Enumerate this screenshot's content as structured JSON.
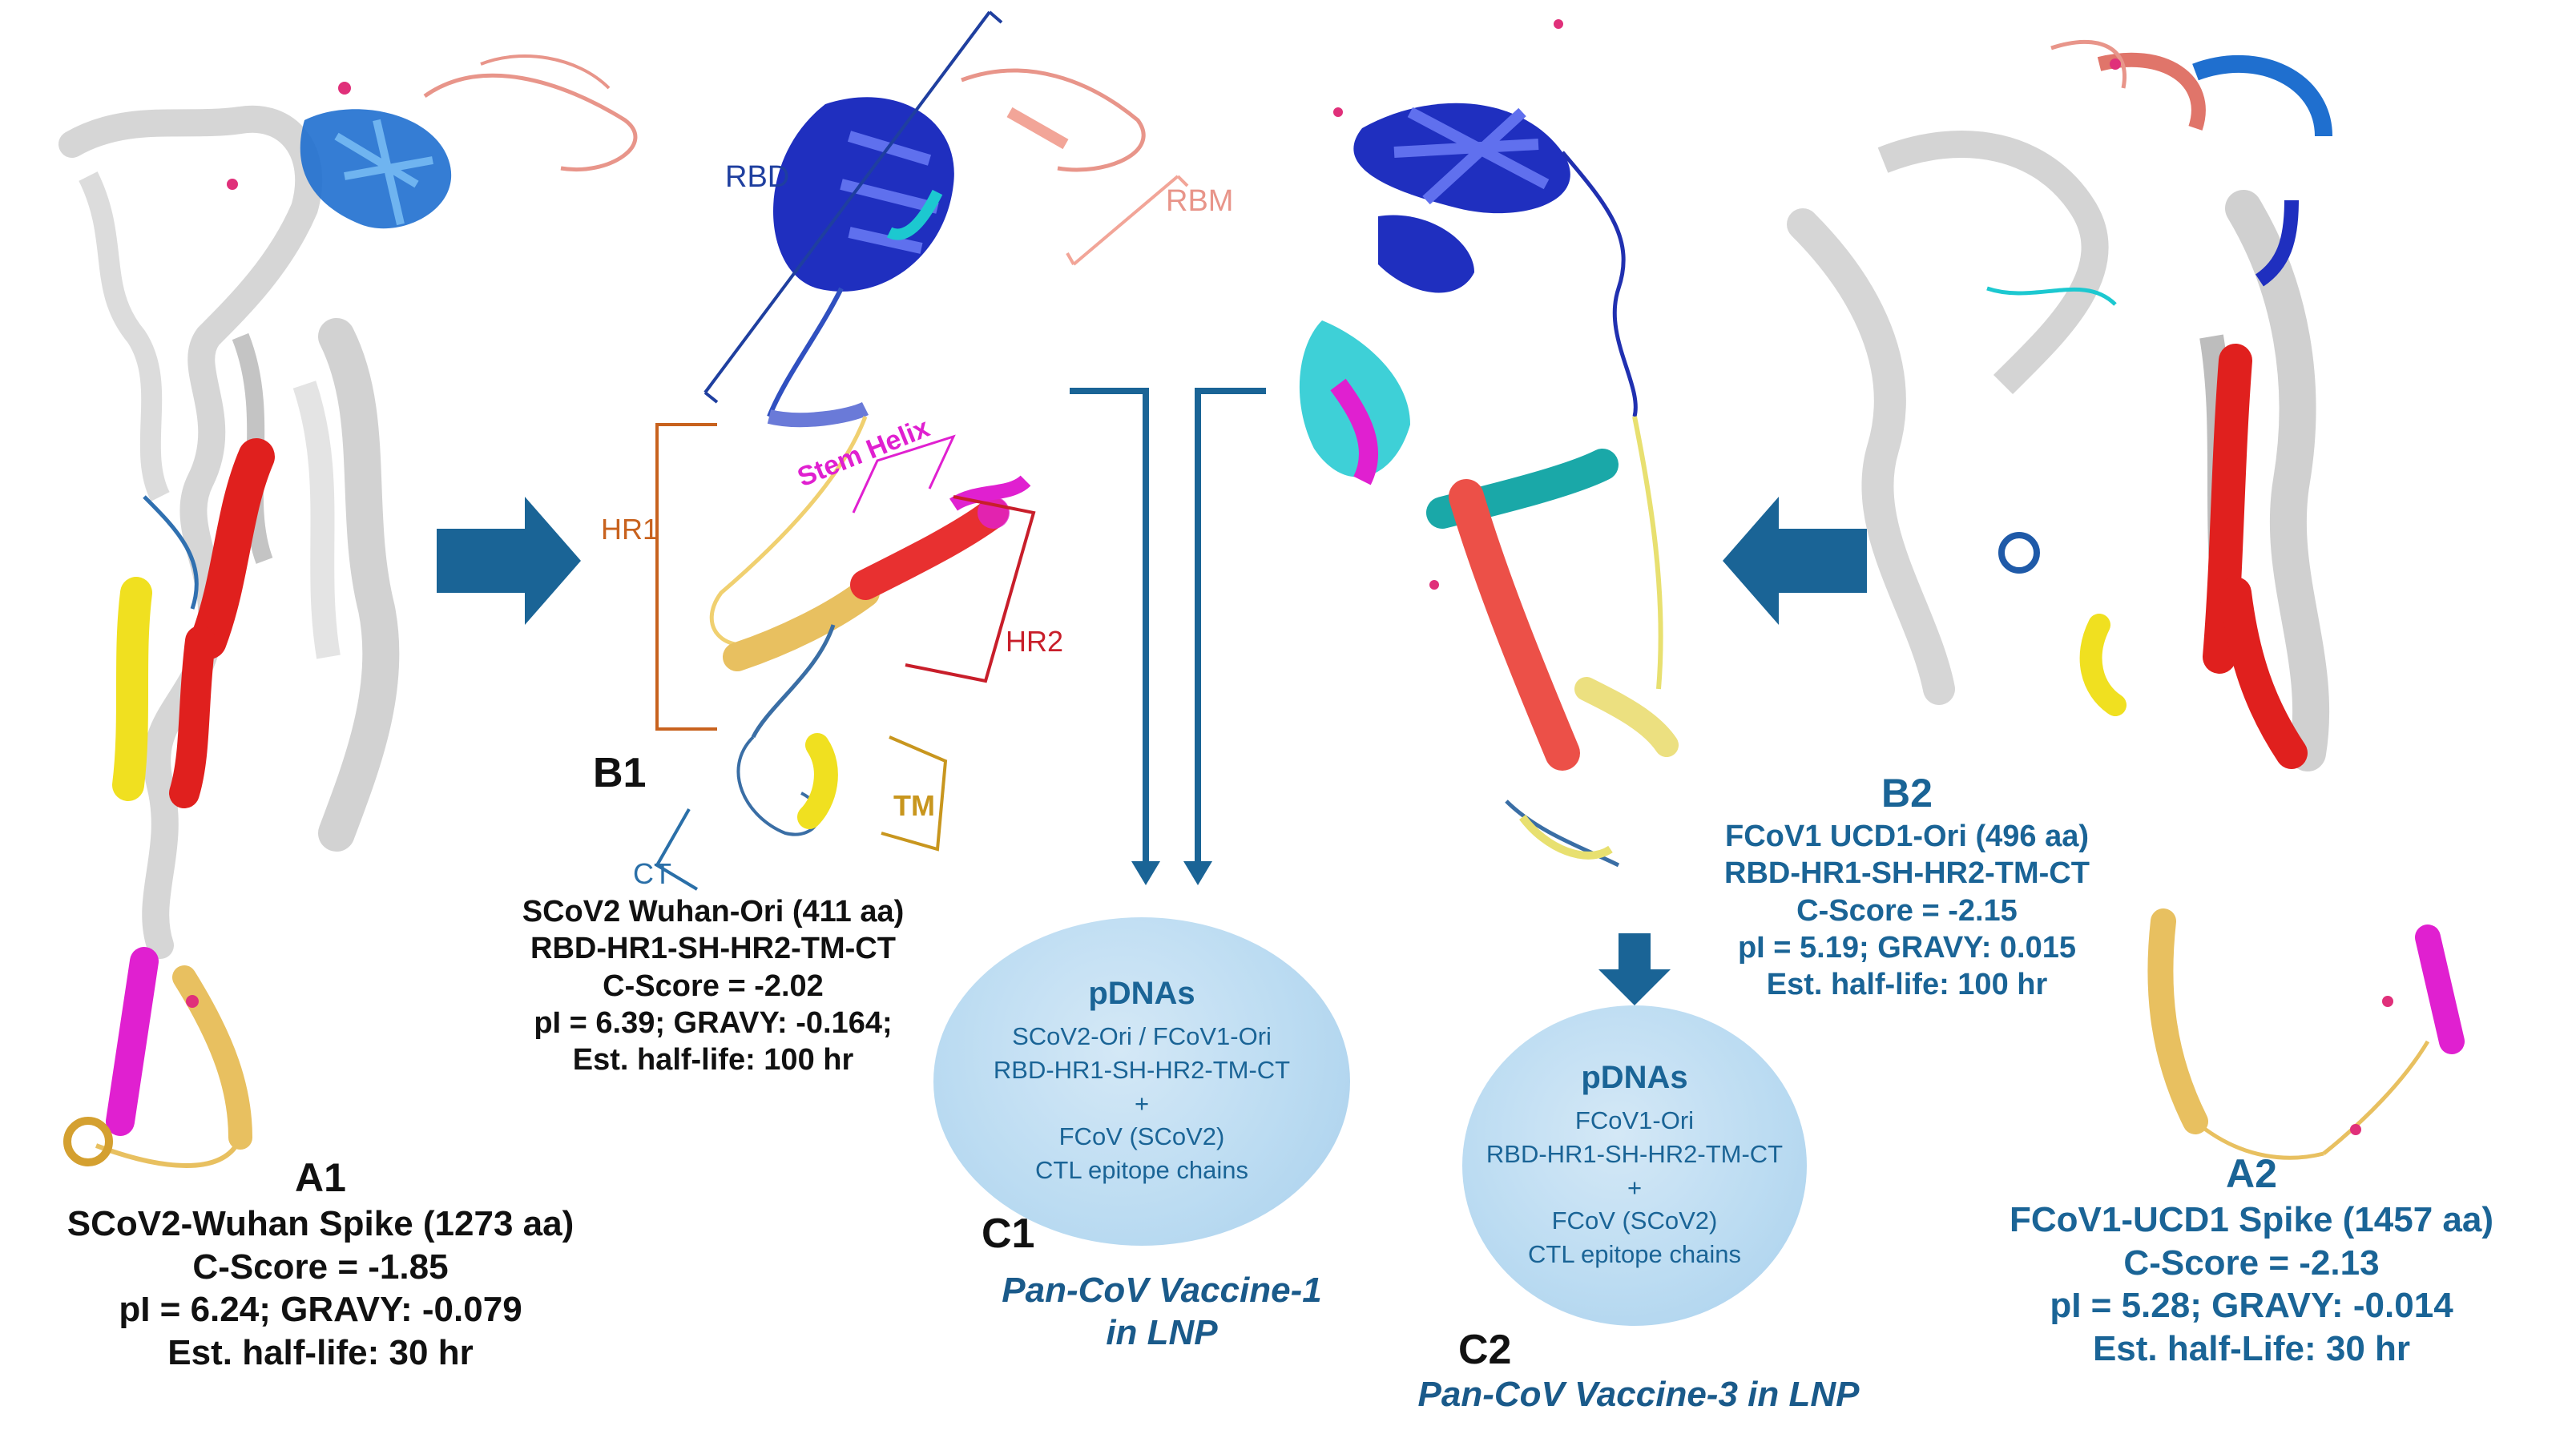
{
  "colors": {
    "arrow_blue": "#1a6496",
    "text_blue": "#1a6496",
    "rbd_blue": "#1f2fbf",
    "rbm_pink": "#e88a7f",
    "hr1_orange": "#c8621e",
    "stem_magenta": "#e020d0",
    "hr2_red": "#c81e2a",
    "tm_gold": "#c8961e",
    "ct_blue": "#2a6fa8",
    "circle_fill": "#bcdcf2"
  },
  "domain_labels": {
    "rbd": "RBD",
    "rbm": "RBM",
    "hr1": "HR1",
    "stem_helix": "Stem Helix",
    "hr2": "HR2",
    "tm": "TM",
    "ct": "CT"
  },
  "panel_a1": {
    "label": "A1",
    "lines": [
      "SCoV2-Wuhan Spike (1273 aa)",
      "C-Score = -1.85",
      "pI = 6.24; GRAVY: -0.079",
      "Est. half-life: 30 hr"
    ]
  },
  "panel_b1": {
    "label": "B1",
    "lines": [
      "SCoV2 Wuhan-Ori (411 aa)",
      "RBD-HR1-SH-HR2-TM-CT",
      "C-Score = -2.02",
      "pI = 6.39; GRAVY: -0.164;",
      "Est. half-life: 100 hr"
    ]
  },
  "panel_b2": {
    "label": "B2",
    "lines": [
      "FCoV1 UCD1-Ori (496 aa)",
      "RBD-HR1-SH-HR2-TM-CT",
      "C-Score = -2.15",
      "pI = 5.19; GRAVY: 0.015",
      "Est. half-life: 100 hr"
    ]
  },
  "panel_a2": {
    "label": "A2",
    "lines": [
      "FCoV1-UCD1 Spike (1457 aa)",
      "C-Score = -2.13",
      "pI = 5.28; GRAVY: -0.014",
      "Est. half-Life: 30 hr"
    ]
  },
  "panel_c1": {
    "label": "C1",
    "circle_title": "pDNAs",
    "circle_lines": [
      "SCoV2-Ori / FCoV1-Ori",
      "RBD-HR1-SH-HR2-TM-CT",
      "+",
      "FCoV (SCoV2)",
      "CTL epitope chains"
    ],
    "vaccine_line1": "Pan-CoV Vaccine-1",
    "vaccine_line2": "in LNP"
  },
  "panel_c2": {
    "label": "C2",
    "circle_title": "pDNAs",
    "circle_lines": [
      "FCoV1-Ori",
      "RBD-HR1-SH-HR2-TM-CT",
      "+",
      "FCoV (SCoV2)",
      "CTL epitope chains"
    ],
    "vaccine": "Pan-CoV Vaccine-3 in LNP"
  }
}
